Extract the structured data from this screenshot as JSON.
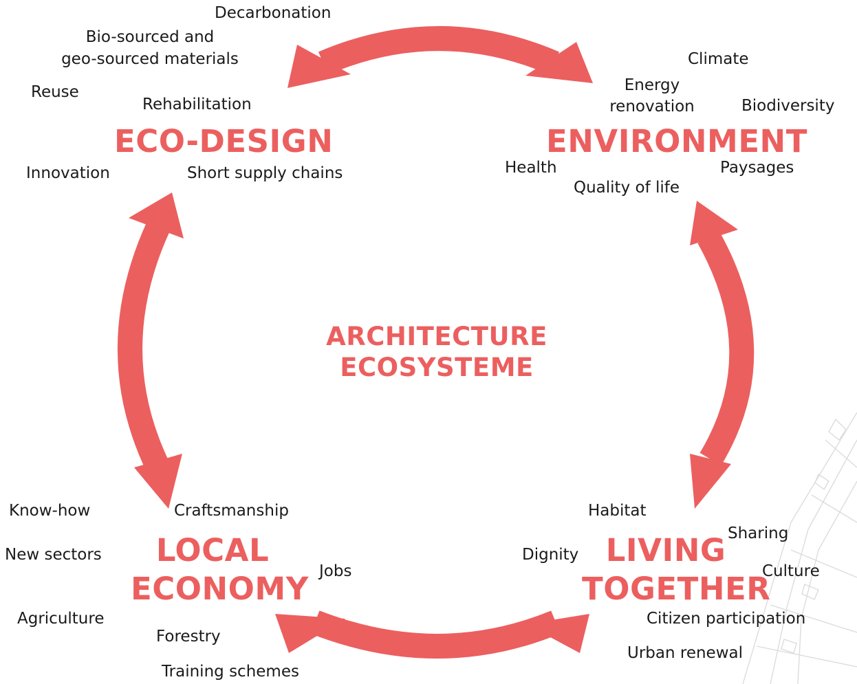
{
  "colors": {
    "accent": "#ec5f5f",
    "text": "#1a1a1a",
    "map_lines": "#d9d9d9"
  },
  "center": {
    "line1": "ARCHITECTURE",
    "line2": "ECOSYSTEME"
  },
  "eco_design": {
    "heading": "ECO-DESIGN",
    "keywords": {
      "decarbonation": "Decarbonation",
      "materials_1": "Bio-sourced and",
      "materials_2": "geo-sourced materials",
      "reuse": "Reuse",
      "rehabilitation": "Rehabilitation",
      "innovation": "Innovation",
      "short_supply": "Short supply chains"
    }
  },
  "environment": {
    "heading": "ENVIRONMENT",
    "keywords": {
      "climate": "Climate",
      "energy_1": "Energy",
      "energy_2": "renovation",
      "biodiversity": "Biodiversity",
      "health": "Health",
      "paysages": "Paysages",
      "quality": "Quality of life"
    }
  },
  "local_economy": {
    "heading_1": "LOCAL",
    "heading_2": "ECONOMY",
    "keywords": {
      "know_how": "Know-how",
      "craftsmanship": "Craftsmanship",
      "new_sectors": "New sectors",
      "jobs": "Jobs",
      "agriculture": "Agriculture",
      "forestry": "Forestry",
      "training": "Training schemes"
    }
  },
  "living_together": {
    "heading_1": "LIVING",
    "heading_2": "TOGETHER",
    "keywords": {
      "habitat": "Habitat",
      "sharing": "Sharing",
      "dignity": "Dignity",
      "culture": "Culture",
      "citizen": "Citizen participation",
      "urban": "Urban renewal"
    }
  }
}
